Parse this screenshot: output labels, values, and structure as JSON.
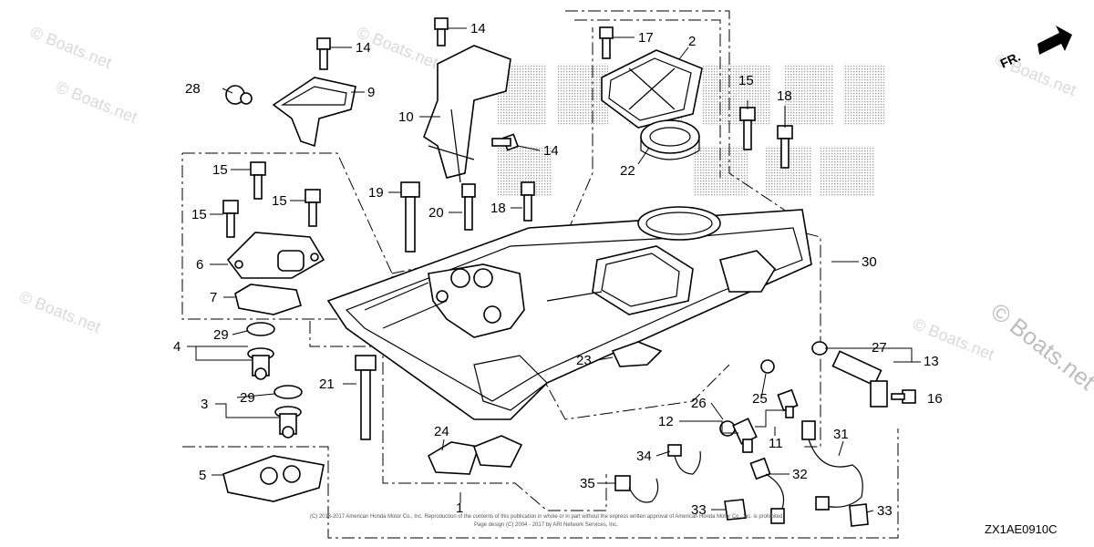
{
  "diagram": {
    "callouts": [
      {
        "id": "c1",
        "text": "1"
      },
      {
        "id": "c2",
        "text": "2"
      },
      {
        "id": "c3",
        "text": "3"
      },
      {
        "id": "c4",
        "text": "4"
      },
      {
        "id": "c5",
        "text": "5"
      },
      {
        "id": "c6",
        "text": "6"
      },
      {
        "id": "c7",
        "text": "7"
      },
      {
        "id": "c9",
        "text": "9"
      },
      {
        "id": "c10",
        "text": "10"
      },
      {
        "id": "c11",
        "text": "11"
      },
      {
        "id": "c12",
        "text": "12"
      },
      {
        "id": "c13",
        "text": "13"
      },
      {
        "id": "c14a",
        "text": "14"
      },
      {
        "id": "c14b",
        "text": "14"
      },
      {
        "id": "c14c",
        "text": "14"
      },
      {
        "id": "c15a",
        "text": "15"
      },
      {
        "id": "c15b",
        "text": "15"
      },
      {
        "id": "c15c",
        "text": "15"
      },
      {
        "id": "c15d",
        "text": "15"
      },
      {
        "id": "c16",
        "text": "16"
      },
      {
        "id": "c17",
        "text": "17"
      },
      {
        "id": "c18a",
        "text": "18"
      },
      {
        "id": "c18b",
        "text": "18"
      },
      {
        "id": "c19",
        "text": "19"
      },
      {
        "id": "c20",
        "text": "20"
      },
      {
        "id": "c21",
        "text": "21"
      },
      {
        "id": "c22",
        "text": "22"
      },
      {
        "id": "c23",
        "text": "23"
      },
      {
        "id": "c24",
        "text": "24"
      },
      {
        "id": "c25",
        "text": "25"
      },
      {
        "id": "c26",
        "text": "26"
      },
      {
        "id": "c27",
        "text": "27"
      },
      {
        "id": "c28",
        "text": "28"
      },
      {
        "id": "c29a",
        "text": "29"
      },
      {
        "id": "c29b",
        "text": "29"
      },
      {
        "id": "c30",
        "text": "30"
      },
      {
        "id": "c31",
        "text": "31"
      },
      {
        "id": "c32",
        "text": "32"
      },
      {
        "id": "c33a",
        "text": "33"
      },
      {
        "id": "c33b",
        "text": "33"
      },
      {
        "id": "c34",
        "text": "34"
      },
      {
        "id": "c35",
        "text": "35"
      }
    ],
    "direction_label": "FR.",
    "diagram_code": "ZX1AE0910C",
    "watermark": "© Boats.net",
    "copyright_line1": "(C) 2013-2017 American Honda Motor Co., Inc. Reproduction of the contents of this publication in whole or in part without the express written approval of American Honda Motor Co., Inc. is prohibited.",
    "copyright_line2": "Page design (C) 2004 - 2017 by ARI Network Services, Inc."
  }
}
